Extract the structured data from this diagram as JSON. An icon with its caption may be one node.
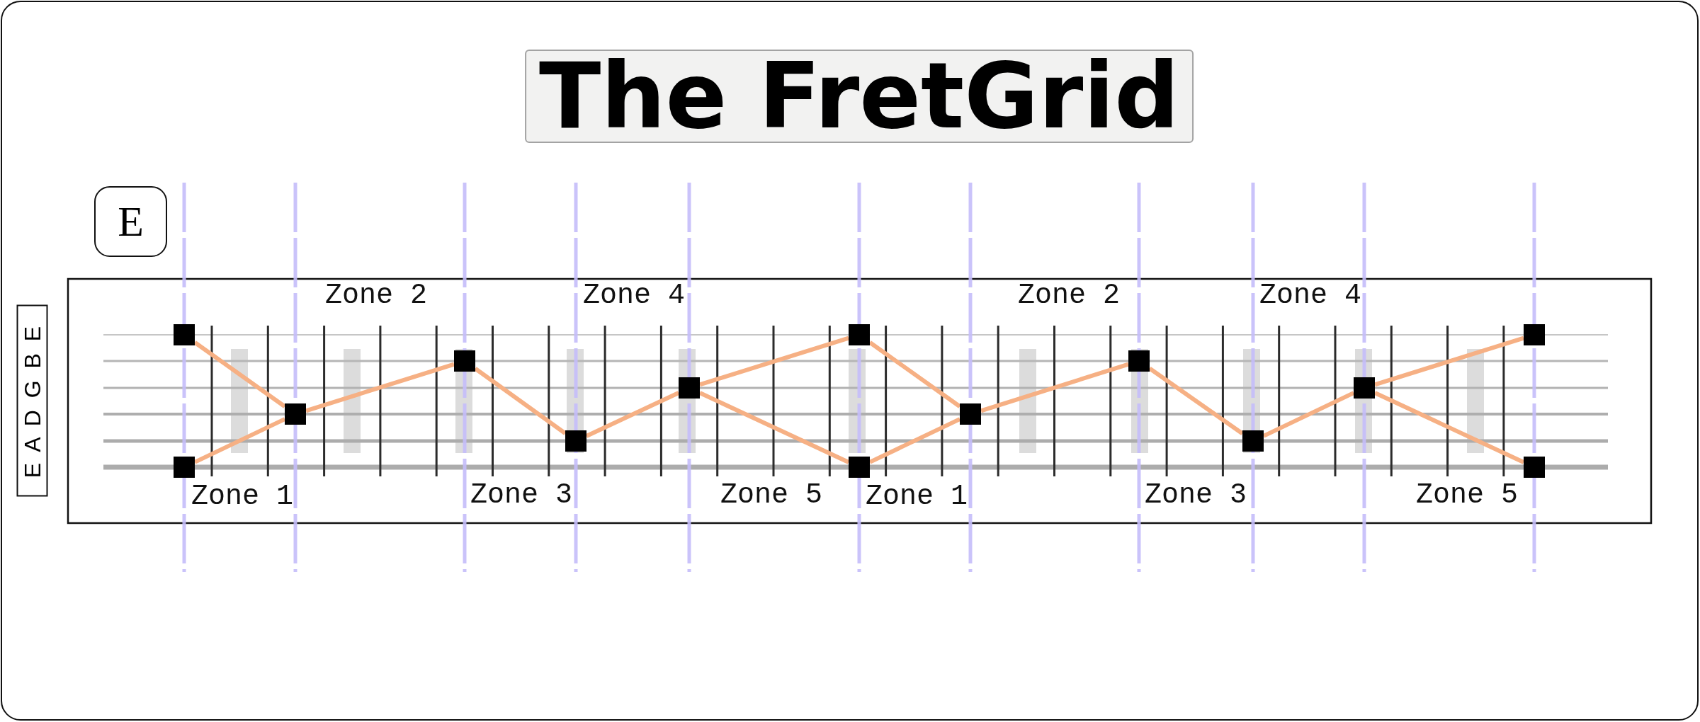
{
  "diagram": {
    "title": "The FretGrid",
    "nodes": [
      {
        "text": [
          "E"
        ]
      },
      {
        "text": [
          "E A D G B E"
        ]
      },
      {
        "text": [],
        "shape": "box"
      },
      {
        "text": [],
        "shape": "box"
      },
      {
        "text": [],
        "shape": "box"
      },
      {
        "text": [],
        "shape": "box"
      },
      {
        "text": [],
        "shape": "box"
      },
      {
        "text": [],
        "shape": "box"
      },
      {
        "text": [],
        "shape": "box"
      },
      {
        "text": [],
        "shape": "box"
      },
      {
        "text": [],
        "shape": "box"
      },
      {
        "text": [],
        "shape": "box"
      },
      {
        "text": [],
        "shape": "box"
      },
      {
        "text": [],
        "shape": "box"
      },
      {
        "text": [],
        "shape": "box"
      },
      {
        "text": [],
        "shape": "box"
      }
    ],
    "edges": [
      {
        "from": 2,
        "to": 4,
        "arrow": "none"
      },
      {
        "from": 3,
        "to": 4,
        "arrow": "none"
      },
      {
        "from": 4,
        "to": 5,
        "arrow": "none"
      },
      {
        "from": 5,
        "to": 6,
        "arrow": "none"
      },
      {
        "from": 6,
        "to": 7,
        "arrow": "none"
      },
      {
        "from": 7,
        "to": 8,
        "arrow": "none"
      },
      {
        "from": 7,
        "to": 9,
        "arrow": "none"
      },
      {
        "from": 8,
        "to": 10,
        "arrow": "none"
      },
      {
        "from": 9,
        "to": 10,
        "arrow": "none"
      },
      {
        "from": 10,
        "to": 11,
        "arrow": "none"
      },
      {
        "from": 11,
        "to": 12,
        "arrow": "none"
      },
      {
        "from": 12,
        "to": 13,
        "arrow": "none"
      },
      {
        "from": 13,
        "to": 14,
        "arrow": "none"
      },
      {
        "from": 13,
        "to": 15,
        "arrow": "none"
      }
    ],
    "labels": [
      "Zone 2",
      "Zone 4",
      "Zone 2",
      "Zone 4",
      "Zone 1",
      "Zone 3",
      "Zone 5",
      "Zone 1",
      "Zone 3",
      "Zone 5"
    ]
  }
}
